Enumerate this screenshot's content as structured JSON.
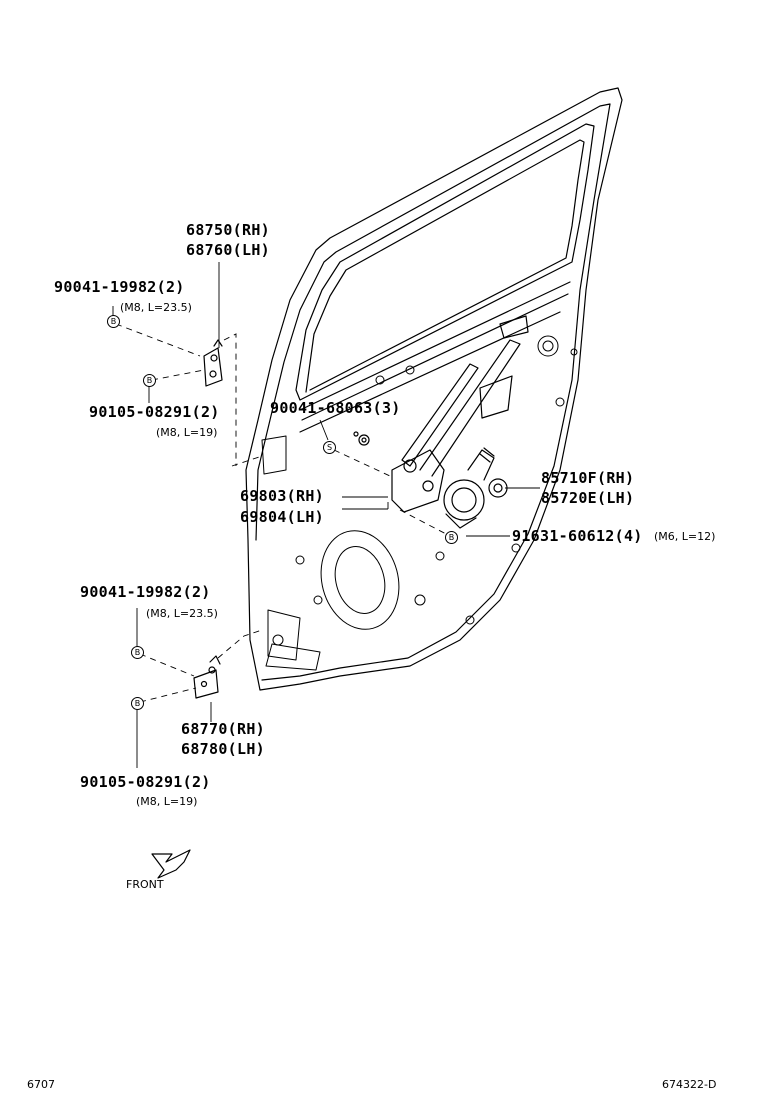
{
  "callouts": {
    "regulator_rear_upper": {
      "rh": "68750(RH)",
      "lh": "68760(LH)"
    },
    "regulator_rear_lower": {
      "rh": "68770(RH)",
      "lh": "68780(LH)"
    },
    "regulator_assy": {
      "rh": "69803(RH)",
      "lh": "69804(LH)"
    },
    "motor": {
      "rh": "85710F(RH)",
      "lh": "85720E(LH)"
    },
    "bolt_upper": {
      "part": "90041-19982(2)",
      "spec": "(M8, L=23.5)",
      "marker": "B"
    },
    "bolt_upper_2": {
      "part": "90105-08291(2)",
      "spec": "(M8, L=19)",
      "marker": "B"
    },
    "screw_regulator": {
      "part": "90041-68063(3)",
      "marker": "S"
    },
    "bolt_motor": {
      "part": "91631-60612(4)",
      "spec": "(M6, L=12)",
      "marker": "B"
    },
    "bolt_lower": {
      "part": "90041-19982(2)",
      "spec": "(M8, L=23.5)",
      "marker": "B"
    },
    "bolt_lower_2": {
      "part": "90105-08291(2)",
      "spec": "(M8, L=19)",
      "marker": "B"
    }
  },
  "front_indicator": {
    "label": "FRONT",
    "icon": "front-arrow-icon"
  },
  "footer": {
    "section": "6707",
    "diagram_id": "674322-D"
  }
}
